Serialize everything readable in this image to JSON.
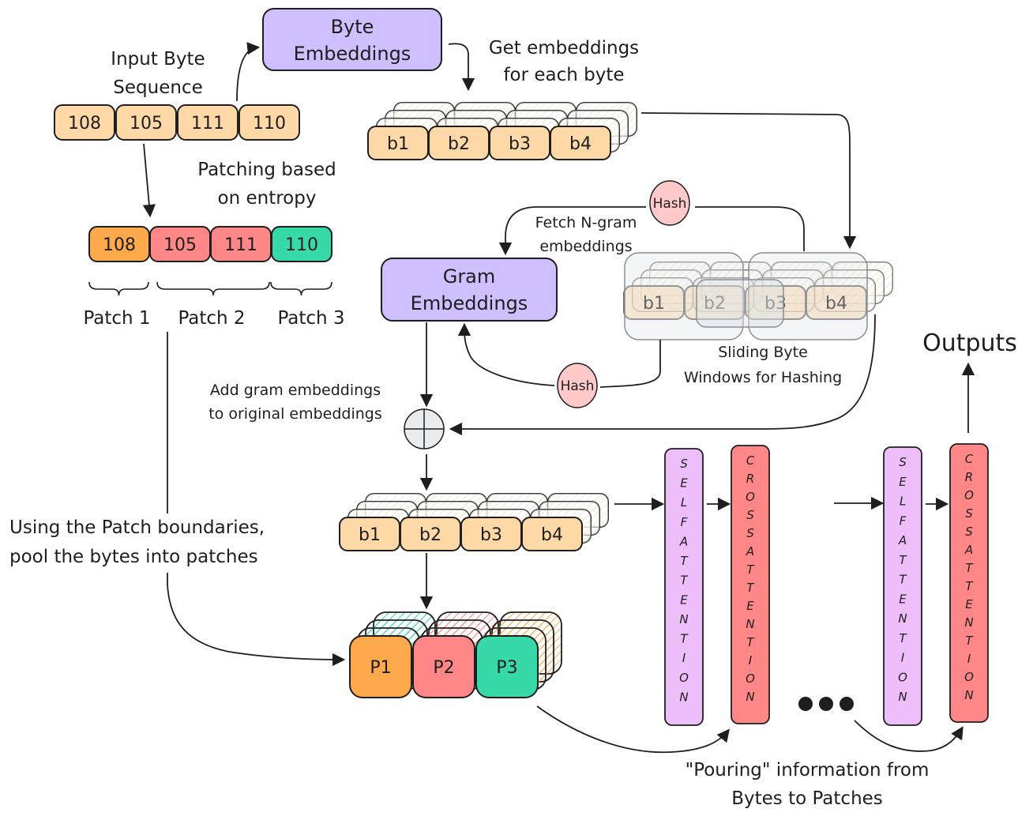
{
  "colors": {
    "byte_fill": "#ffd8a8",
    "embed_box": "#d0bfff",
    "patch1": "#ffa94d",
    "patch2": "#ff8787",
    "patch3": "#38d9a9",
    "hash_fill": "#ffc9c9",
    "self_attention": "#eebefa",
    "cross_attention": "#ff8787",
    "window_fill": "#e9ecef",
    "plus_fill": "#e9ecef",
    "stroke": "#1e1e1e"
  },
  "labels": {
    "input_seq": [
      "Input Byte",
      "Sequence"
    ],
    "byte_embeddings": [
      "Byte",
      "Embeddings"
    ],
    "get_embeddings": [
      "Get embeddings",
      "for each byte"
    ],
    "patching": [
      "Patching based",
      "on entropy"
    ],
    "fetch_ngram": [
      "Fetch N-gram",
      "embeddings"
    ],
    "gram_embeddings": [
      "Gram",
      "Embeddings"
    ],
    "sliding_windows": [
      "Sliding Byte",
      "Windows for Hashing"
    ],
    "hash_top": "Hash",
    "hash_bottom": "Hash",
    "add_gram": [
      "Add gram embeddings",
      "to original embeddings"
    ],
    "pool": [
      "Using the Patch boundaries,",
      "pool the bytes into patches"
    ],
    "outputs": "Outputs",
    "pouring": [
      "\"Pouring\" information from",
      "Bytes to Patches"
    ],
    "self_attention": "SELFATTENTION",
    "cross_attention": "CROSSATTENTION"
  },
  "input_bytes": [
    "108",
    "105",
    "111",
    "110"
  ],
  "patched_bytes": [
    {
      "value": "108",
      "patch": 1
    },
    {
      "value": "105",
      "patch": 2
    },
    {
      "value": "111",
      "patch": 2
    },
    {
      "value": "110",
      "patch": 3
    }
  ],
  "patch_labels": [
    "Patch 1",
    "Patch 2",
    "Patch 3"
  ],
  "byte_embeds": [
    "b1",
    "b2",
    "b3",
    "b4"
  ],
  "patches": [
    "P1",
    "P2",
    "P3"
  ]
}
